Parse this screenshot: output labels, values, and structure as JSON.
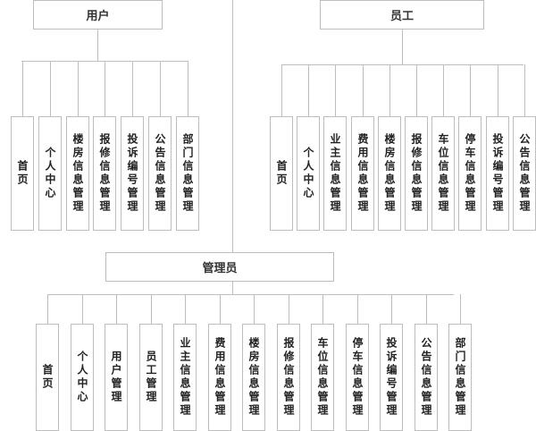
{
  "roles": {
    "user": {
      "label": "用户",
      "children": [
        "首页",
        "个人中心",
        "楼房信息管理",
        "报修信息管理",
        "投诉编号管理",
        "公告信息管理",
        "部门信息管理"
      ]
    },
    "staff": {
      "label": "员工",
      "children": [
        "首页",
        "个人中心",
        "业主信息管理",
        "费用信息管理",
        "楼房信息管理",
        "报修信息管理",
        "车位信息管理",
        "停车信息管理",
        "投诉编号管理",
        "公告信息管理"
      ]
    },
    "admin": {
      "label": "管理员",
      "children": [
        "首页",
        "个人中心",
        "用户管理",
        "员工管理",
        "业主信息管理",
        "费用信息管理",
        "楼房信息管理",
        "报修信息管理",
        "车位信息管理",
        "停车信息管理",
        "投诉编号管理",
        "公告信息管理",
        "部门信息管理"
      ]
    }
  }
}
